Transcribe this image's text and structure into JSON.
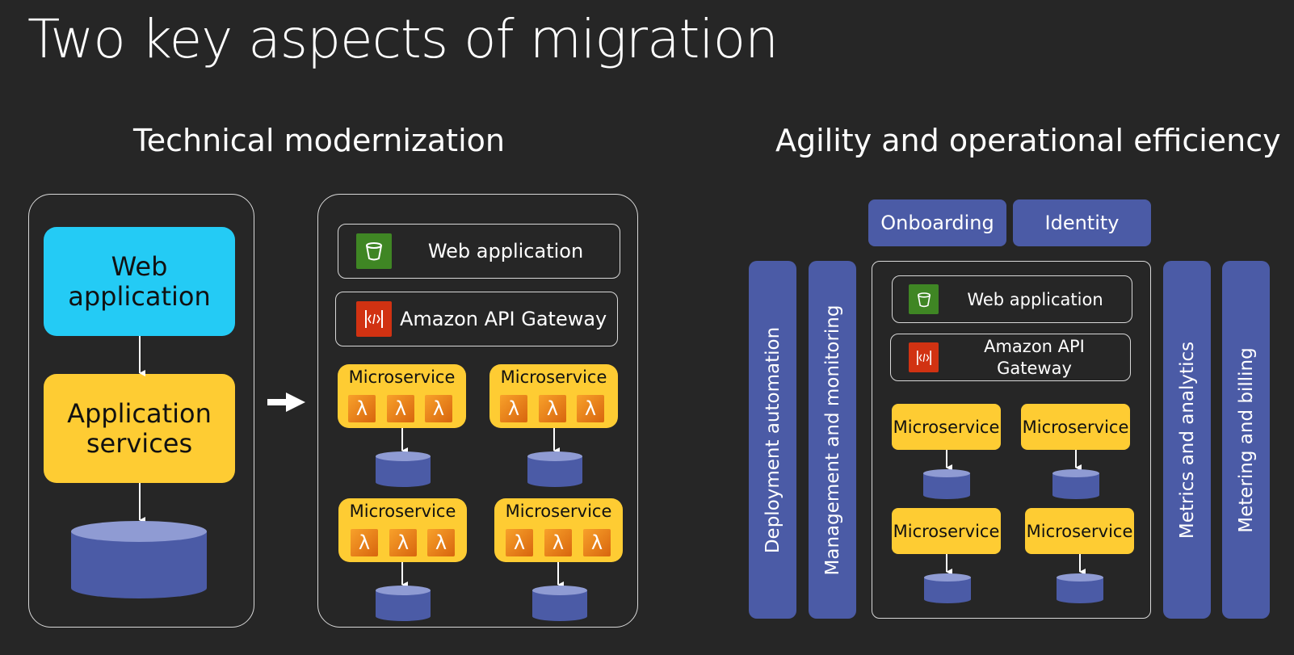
{
  "title": "Two key aspects of migration",
  "left": {
    "heading": "Technical modernization",
    "monolith": {
      "web_line1": "Web",
      "web_line2": "application",
      "app_line1": "Application",
      "app_line2": "services"
    },
    "modern": {
      "web_app": "Web application",
      "api_gateway": "Amazon API Gateway",
      "microservice": "Microservice",
      "lambda_glyph": "λ"
    }
  },
  "right": {
    "heading": "Agility and operational efficiency",
    "top_chips": [
      "Onboarding",
      "Identity"
    ],
    "pillars_left": [
      "Deployment automation",
      "Management and monitoring"
    ],
    "pillars_right": [
      "Metrics and analytics",
      "Metering and billing"
    ],
    "web_app": "Web application",
    "api_gateway_line1": "Amazon API",
    "api_gateway_line2": "Gateway",
    "microservice": "Microservice"
  },
  "colors": {
    "background": "#262626",
    "cyan": "#24cbf5",
    "yellow": "#fecc33",
    "blue": "#4b5ba6",
    "lambda_orange": "#e8820f",
    "s3_green": "#3f8624",
    "api_red": "#d13212"
  }
}
